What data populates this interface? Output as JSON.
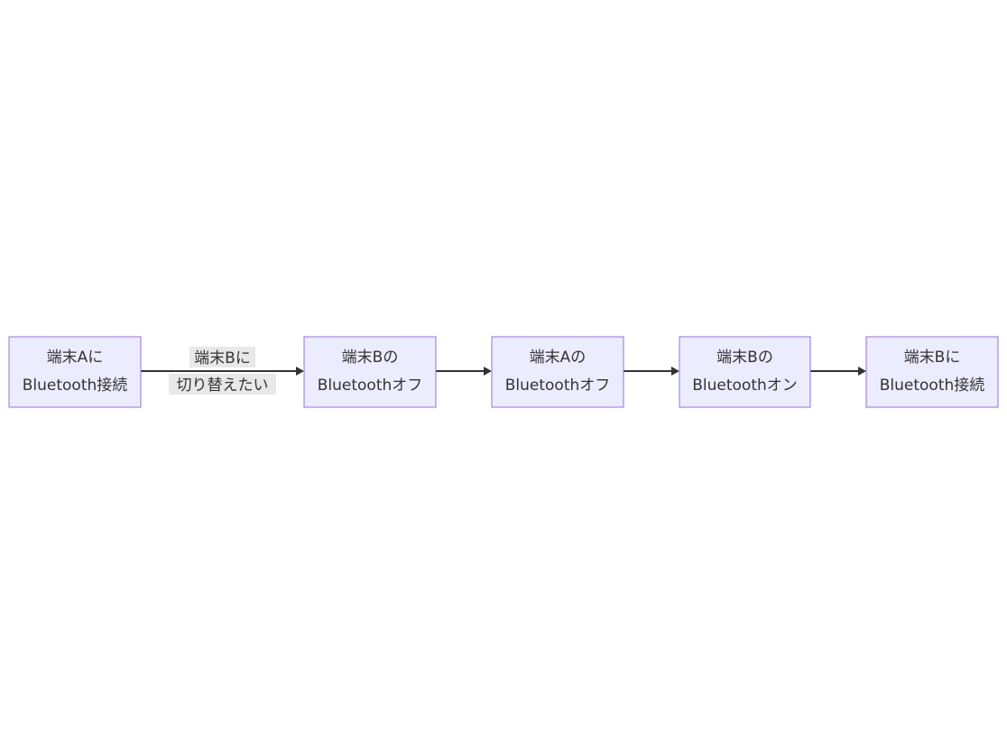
{
  "diagram": {
    "type": "flowchart",
    "direction": "left-to-right",
    "colors": {
      "node_fill": "#ECECFF",
      "node_stroke": "#9370DB",
      "text": "#333333",
      "edge": "#333333",
      "edge_label_bg": "#e8e8e8"
    },
    "nodes": [
      {
        "id": "n1",
        "lines": [
          "端末Aに",
          "Bluetooth接続"
        ]
      },
      {
        "id": "n2",
        "lines": [
          "端末Bの",
          "Bluetoothオフ"
        ]
      },
      {
        "id": "n3",
        "lines": [
          "端末Aの",
          "Bluetoothオフ"
        ]
      },
      {
        "id": "n4",
        "lines": [
          "端末Bの",
          "Bluetoothオン"
        ]
      },
      {
        "id": "n5",
        "lines": [
          "端末Bに",
          "Bluetooth接続"
        ]
      }
    ],
    "edges": [
      {
        "from": "n1",
        "to": "n2",
        "label": [
          "端末Bに",
          "切り替えたい"
        ]
      },
      {
        "from": "n2",
        "to": "n3",
        "label": []
      },
      {
        "from": "n3",
        "to": "n4",
        "label": []
      },
      {
        "from": "n4",
        "to": "n5",
        "label": []
      }
    ]
  }
}
